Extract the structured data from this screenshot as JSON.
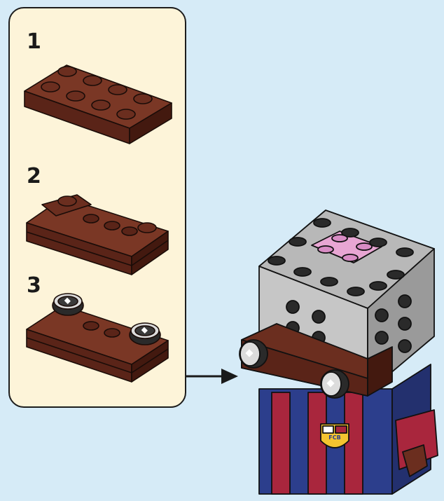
{
  "steps": [
    {
      "number": "1"
    },
    {
      "number": "2"
    },
    {
      "number": "3"
    }
  ],
  "colors": {
    "background": "#d6ebf7",
    "panel": "#fdf4d9",
    "brown": "#6b2e1f",
    "brown_dark": "#4a1c12",
    "grey": "#b8b8b8",
    "black_stud": "#262626",
    "pink": "#e8a6d3",
    "blue": "#2c3e8c",
    "red": "#a9263d"
  },
  "crest": {
    "text": "FCB"
  }
}
